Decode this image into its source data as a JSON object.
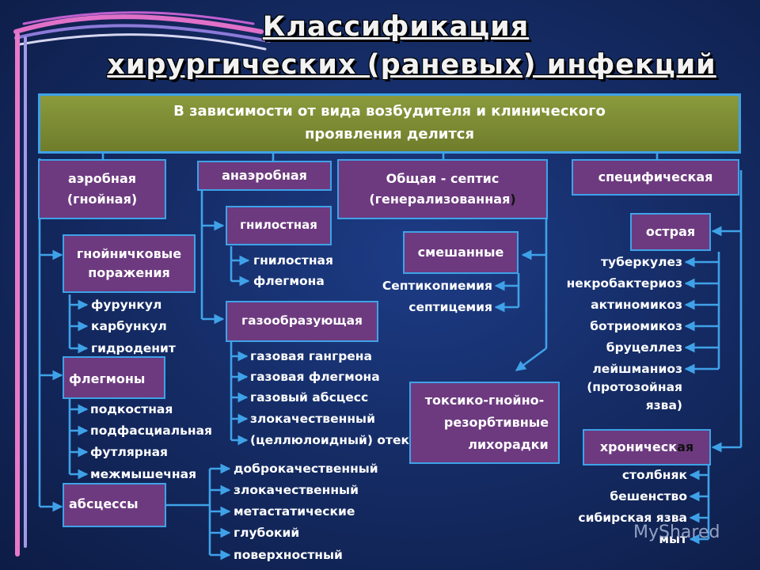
{
  "title": {
    "line1": "Классификация",
    "line2": "хирургических (раневых) инфекций"
  },
  "root": {
    "line1": "В зависимости от вида возбудителя и клинического",
    "line2": "проявления делится"
  },
  "categories": {
    "aerobic": {
      "line1": "аэробная",
      "line2": "(гнойная)"
    },
    "anaerobic": "анаэробная",
    "sepsis": {
      "line1": "Общая - септис",
      "line2": "(генерализованная",
      "line2_tail": ")"
    },
    "specific": "специфическая"
  },
  "aerobic_groups": {
    "pustular": {
      "line1": "гнойничковые",
      "line2": "поражения",
      "items": [
        "фурункул",
        "карбункул",
        "гидроденит"
      ]
    },
    "phlegmons": {
      "label": "флегмоны",
      "items": [
        "подкостная",
        "подфасциальная",
        "футлярная",
        "межмышечная"
      ]
    },
    "abscesses": {
      "label": "абсцессы",
      "items": [
        "доброкачественный",
        "злокачественный",
        "метастатические",
        "глубокий",
        "поверхностный"
      ]
    }
  },
  "anaerobic_groups": {
    "putrefactive": {
      "label": "гнилостная",
      "items": [
        "гнилостная",
        "флегмона"
      ]
    },
    "gas_forming": {
      "label": "газообразующая",
      "items": [
        "газовая гангрена",
        "газовая флегмона",
        "газовый абсцесс",
        "злокачественный",
        "(целлюлоидный) отек"
      ]
    }
  },
  "sepsis_groups": {
    "mixed": {
      "label": "смешанные",
      "items": [
        "Септикопиемия",
        "септицемия"
      ]
    },
    "toxic": {
      "line1": "токсико-гнойно-",
      "line2": "резорбтивные",
      "line3": "лихорадки"
    }
  },
  "specific_groups": {
    "acute": {
      "label": "острая",
      "items": [
        "туберкулез",
        "некробактериоз",
        "актиномикоз",
        "ботриомикоз",
        "бруцеллез",
        "лейшманиоз",
        "(протозойная",
        "язва)"
      ]
    },
    "chronic": {
      "label": "хроническ",
      "label_tail": "ая",
      "items": [
        "столбняк",
        "бешенство",
        "сибирская язва",
        "мыт"
      ]
    }
  },
  "watermark": "MyShared",
  "colors": {
    "box_fill": "#6d3a7f",
    "box_border": "#3fa2e8",
    "root_fill": "#7d8a33",
    "connector": "#3fa2e8",
    "background": "#152c66"
  }
}
